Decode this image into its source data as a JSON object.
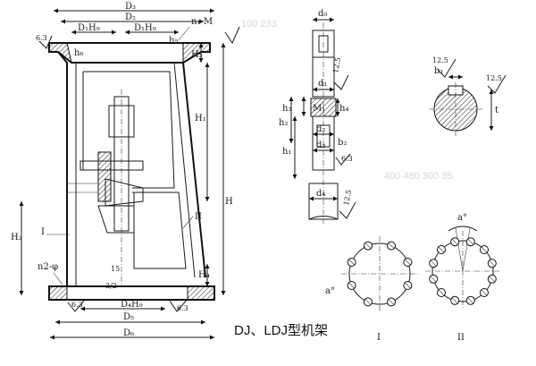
{
  "caption": "DJ、LDJ型机架",
  "frame_labels": {
    "D3": "D₃",
    "D2": "D₂",
    "D1H9_left": "D₁H₉",
    "D1H9_right": "D₁H₉",
    "n1M": "n₁-M",
    "h5": "h₅",
    "h6": "h₆",
    "H3": "H₃",
    "H1": "H₁",
    "H": "H",
    "H2": "H₂",
    "H4": "H₄",
    "n2phi": "n2-φ",
    "D4H9": "D₄H₉",
    "D5": "D₅",
    "D6": "D₆",
    "rough_left_top": "6.3",
    "rough_left_bottom": "6.3",
    "rough_right_bottom": "6.3",
    "dim_15": "15",
    "dim_32": "3/2",
    "part_I": "I",
    "part_II": "II"
  },
  "shaft_labels": {
    "d0": "d₀",
    "d1": "d₁",
    "h3": "h₃",
    "M1": "M₁",
    "h4": "h₄",
    "h2": "h₂",
    "h1": "h₁",
    "d2": "d₂",
    "d3": "d₃",
    "b2": "b₂",
    "d4": "d₄",
    "r125_a": "12.5",
    "r125_b": "12.5",
    "r63": "6.3"
  },
  "section_labels": {
    "r125_a": "12.5",
    "b1": "b₁",
    "r125_b": "12.5",
    "t": "t"
  },
  "bolt_labels": {
    "a_left": "a°",
    "a_right": "a°",
    "circle_I": "I",
    "circle_II": "II"
  },
  "watermark_left": "100 233",
  "watermark_right": "400 480 300 35"
}
